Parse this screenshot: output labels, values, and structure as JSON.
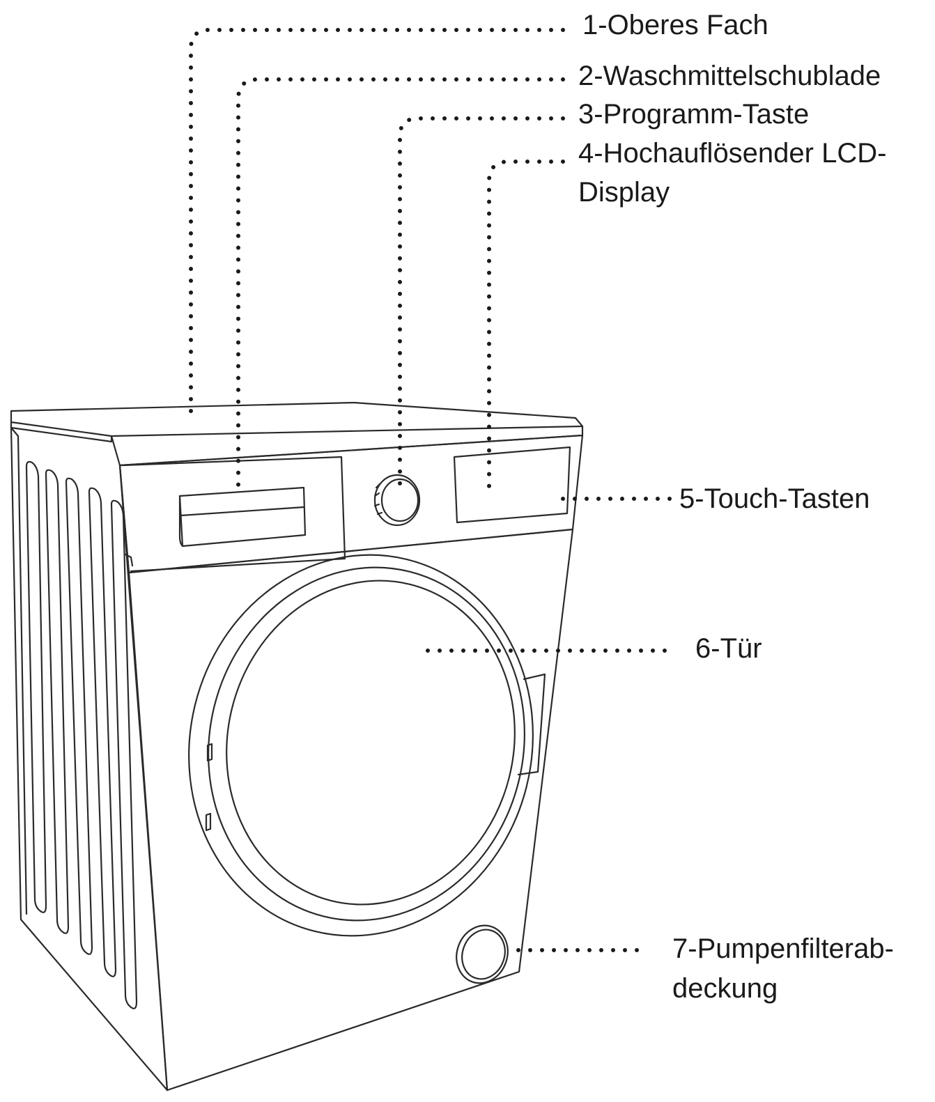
{
  "labels": {
    "top_compartment": "1-Oberes Fach",
    "detergent_drawer": "2-Waschmittelschublade",
    "program_knob": "3-Programm-Taste",
    "display_line1": "4-Hochauflösender LCD-",
    "display_line2": "Display",
    "touch_keys": "5-Touch-Tasten",
    "door": "6-Tür",
    "pump_filter_line1": "7-Pumpenfilterab-",
    "pump_filter_line2": "deckung"
  },
  "colors": {
    "line": "#2a2a2a",
    "dots": "#1a1a1a",
    "text": "#1a1a1a",
    "background": "#ffffff"
  }
}
